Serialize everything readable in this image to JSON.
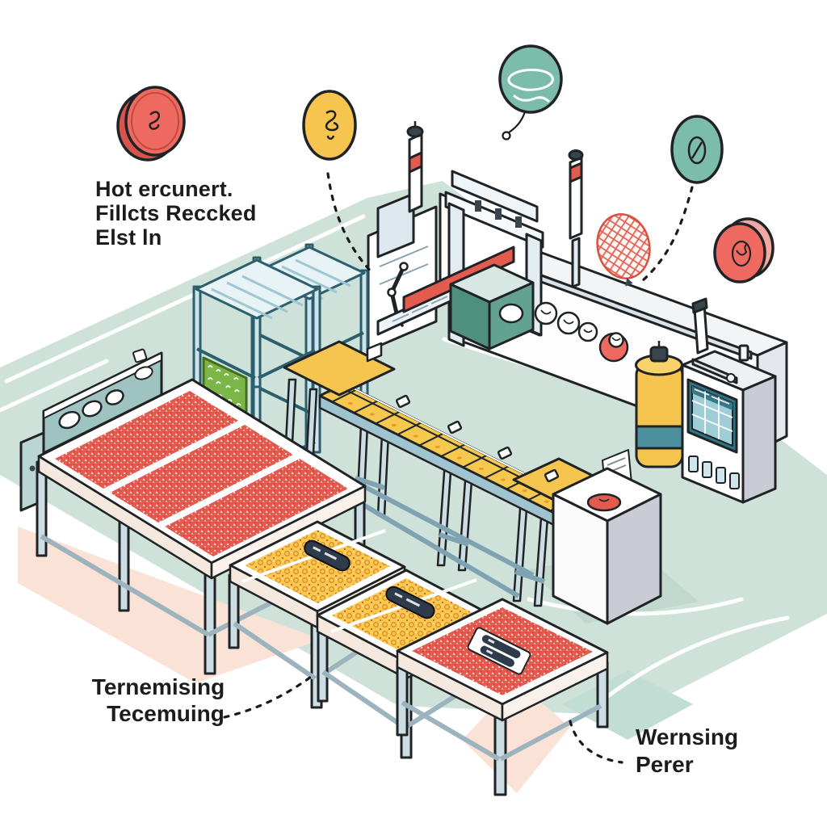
{
  "scene": {
    "description": "Isometric food production line illustration with garbled labels",
    "caption": {
      "lines": [
        "Hot ercunert.",
        "Fillcts Reccked",
        "Elst ln"
      ]
    },
    "callouts": [
      {
        "id": "left-table-callout",
        "lines": [
          "Ternemising",
          "Tecemuing"
        ]
      },
      {
        "id": "right-table-callout",
        "lines": [
          "Wernsing",
          "Perer"
        ]
      }
    ],
    "badges": [
      {
        "name": "red-token-top-left",
        "glyph": "squiggle-glyph",
        "color": "#ee6a60"
      },
      {
        "name": "yellow-token",
        "glyph": "squiggle-glyph",
        "color": "#f5c54f"
      },
      {
        "name": "teal-balloon",
        "glyph": "white-outline-squiggle",
        "color": "#7cbcab"
      },
      {
        "name": "teal-token",
        "glyph": "slashed-oval-glyph",
        "color": "#7cbcab"
      },
      {
        "name": "red-token-right",
        "glyph": "scribble-oval-glyph",
        "color": "#ee6a60"
      }
    ],
    "equipment": [
      "gantry-press",
      "signal-tower",
      "conveyor-belt",
      "rack-frames",
      "chalkboard-panel",
      "gas-tank",
      "control-cabinet",
      "mesh-screen",
      "end-box-with-red-button",
      "red-dotted-table",
      "yellow-honeycomb-tables"
    ]
  },
  "colors": {
    "mint": "#cfe2da",
    "mint-dark": "#b9d4c9",
    "peach": "#fae3d6",
    "coral": "#ee6a60",
    "coral-deep": "#e25b4e",
    "yellow": "#f5c54f",
    "teal": "#7cbcab",
    "teal-dark": "#4f8f7e",
    "green": "#7cb647",
    "ink": "#1f2326",
    "steel": "#ccdde4",
    "cream": "#f5e9df",
    "wall-gray": "#c9ccd4",
    "screen": "#9fcdd6",
    "panel-teal": "#2f7486",
    "frame": "#cfe4ea"
  }
}
